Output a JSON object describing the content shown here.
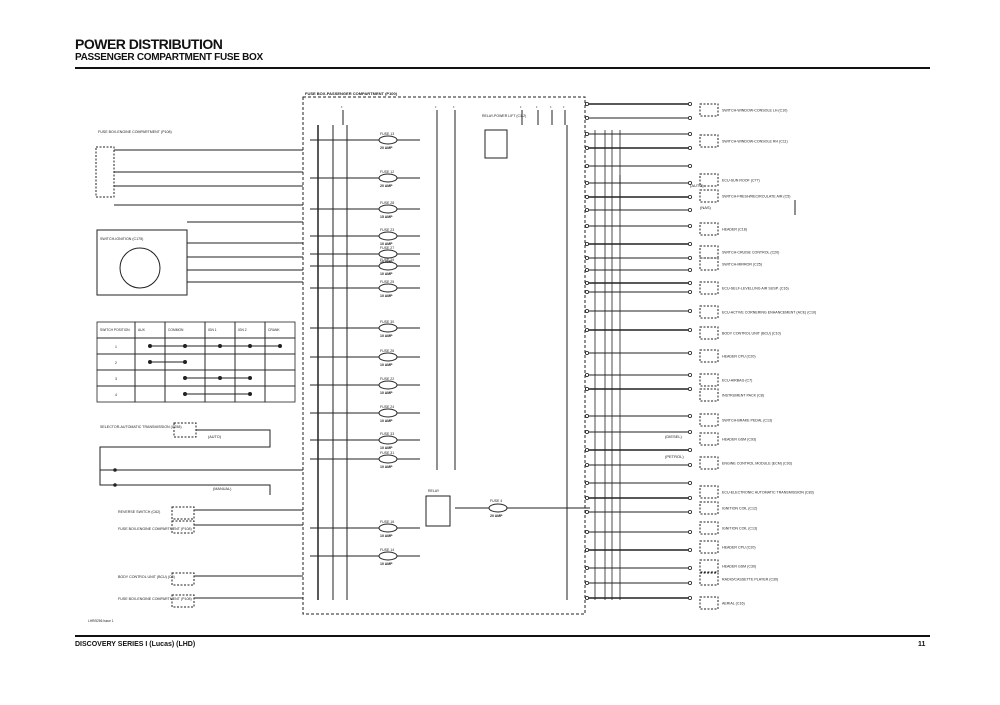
{
  "header": {
    "title": "POWER DISTRIBUTION",
    "subtitle": "PASSENGER COMPARTMENT FUSE BOX"
  },
  "footer": {
    "left": "DISCOVERY SERIES I (Lucas) (LHD)",
    "page_number": "11"
  },
  "fuse_box": {
    "label": "FUSE BOX-PASSENGER COMPARTMENT (P100)",
    "relay_top_label": "RELAY-POWER LIFT (C1-2)",
    "relay_mid_label": "RELAY",
    "fuses": [
      {
        "name": "FUSE 13",
        "rating": "20 AMP"
      },
      {
        "name": "FUSE 12",
        "rating": "20 AMP"
      },
      {
        "name": "FUSE 28",
        "rating": "15 AMP"
      },
      {
        "name": "FUSE 23",
        "rating": "10 AMP"
      },
      {
        "name": "FUSE 27",
        "rating": "10 AMP"
      },
      {
        "name": "FUSE 29",
        "rating": "10 AMP"
      },
      {
        "name": "FUSE 25",
        "rating": "10 AMP"
      },
      {
        "name": "FUSE 30",
        "rating": "10 AMP"
      },
      {
        "name": "FUSE 26",
        "rating": "10 AMP"
      },
      {
        "name": "FUSE 22",
        "rating": "10 AMP"
      },
      {
        "name": "FUSE 24",
        "rating": "10 AMP"
      },
      {
        "name": "FUSE 33",
        "rating": "10 AMP"
      },
      {
        "name": "FUSE 31",
        "rating": "10 AMP"
      },
      {
        "name": "FUSE 16",
        "rating": "10 AMP"
      },
      {
        "name": "FUSE 14",
        "rating": "10 AMP"
      }
    ],
    "fuse_right": {
      "name": "FUSE 4",
      "rating": "20 AMP"
    }
  },
  "left_components": {
    "engine_fuse_box": "FUSE BOX-ENGINE COMPARTMENT (P108)",
    "ignition_switch": "SWITCH-IGNITION (C175)",
    "selector": "SELECTOR-AUTOMATIC TRANSMISSION (C258)",
    "selector_note": "(AUTO)",
    "manual_note": "(MANUAL)",
    "reverse_switch": "REVERSE SWITCH (C62)",
    "engine_fuse_box_2": "FUSE BOX-ENGINE COMPARTMENT (P108)",
    "bcu": "BODY CONTROL UNIT (BCU) (C5)",
    "engine_fuse_box_3": "FUSE BOX-ENGINE COMPARTMENT (P108)",
    "diagram_ref": "LHR/5256 Issue 1"
  },
  "ignition_table": {
    "headers": [
      "SWITCH POSITION",
      "AUX",
      "COMMON",
      "IGN 1",
      "IGN 2",
      "CRANK"
    ],
    "rows": [
      "1",
      "2",
      "3",
      "4"
    ]
  },
  "right_components": [
    "SWITCH-WINDOW-CONSOLE LH (C10)",
    "SWITCH-WINDOW-CONSOLE RH (C11)",
    "ECU-SUN ROOF (C77)",
    "SWITCH-FRESH/RECIRCULATE AIR (C5)",
    "HEADER (C18)",
    "SWITCH-CRUISE CONTROL (C20)",
    "SWITCH-MIRROR (C25)",
    "ECU-SELF-LEVELLING AIR SUSP. (C16)",
    "ECU-ACTIVE CORNERING ENHANCEMENT (ACE) (C10)",
    "BODY CONTROL UNIT (BCU) (C10)",
    "HEADER CPU (C20)",
    "ECU-AIRBAG (C7)",
    "INSTRUMENT PACK (C8)",
    "SWITCH-BRAKE PEDAL (C13)",
    "HEADER GSM (C93)",
    "ENGINE CONTROL MODULE (ECM) (C93)",
    "ECU-ELECTRONIC AUTOMATIC TRANSMISSION (C83)",
    "IGNITION COIL (C12)",
    "IGNITION COIL (C13)",
    "HEADER CPU (C20)",
    "HEADER GSM (C30)",
    "RADIO/CASSETTE PLAYER (C30)",
    "AERIAL (C16)"
  ],
  "notes": {
    "auto": "(AUTO)",
    "nas": "(NAS)",
    "diesel": "(DIESEL)",
    "petrol": "(PETROL)"
  }
}
